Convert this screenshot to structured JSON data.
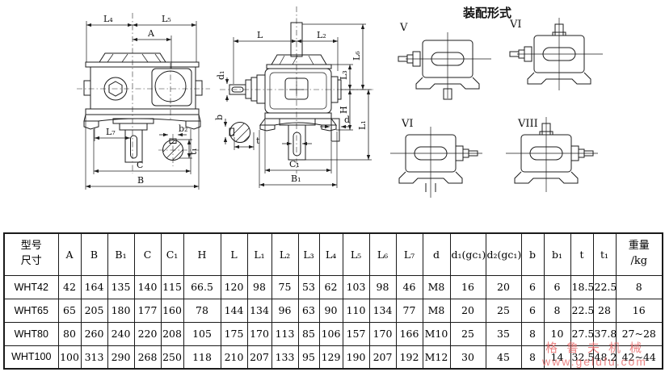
{
  "drawing": {
    "front": {
      "l4": "L₄",
      "l5": "L₅",
      "a": "A",
      "b2": "b₂",
      "t1": "t₁",
      "l7": "L₇",
      "c": "C",
      "b": "B"
    },
    "side": {
      "l": "L",
      "l2": "L₂",
      "d1": "d₁",
      "l6": "L₆",
      "l3": "L₃",
      "h": "H",
      "l1": "L₁",
      "b": "b",
      "t": "t",
      "d": "d",
      "c1": "C₁",
      "b1": "B₁"
    },
    "assembly": {
      "title": "装配形式",
      "v1": "V",
      "v2": "VI",
      "v3": "VI",
      "v4": "VIII"
    }
  },
  "table": {
    "corner": {
      "line1": "型号",
      "line2": "尺寸"
    },
    "columns": [
      "A",
      "B",
      "B₁",
      "C",
      "C₁",
      "H",
      "L",
      "L₁",
      "L₂",
      "L₃",
      "L₄",
      "L₅",
      "L₆",
      "L₇",
      "d",
      "d₁(gc₁)",
      "d₂(gc₁)",
      "b",
      "b₁",
      "t",
      "t₁"
    ],
    "weight_header": {
      "line1": "重量",
      "line2": "/kg"
    },
    "rows": [
      {
        "model": "WHT42",
        "values": [
          "42",
          "164",
          "135",
          "140",
          "115",
          "66.5",
          "120",
          "98",
          "75",
          "53",
          "62",
          "103",
          "98",
          "46",
          "M8",
          "16",
          "20",
          "6",
          "6",
          "18.5",
          "22.5",
          "8"
        ]
      },
      {
        "model": "WHT65",
        "values": [
          "65",
          "205",
          "180",
          "177",
          "160",
          "78",
          "144",
          "134",
          "96",
          "63",
          "90",
          "110",
          "134",
          "77",
          "M8",
          "20",
          "25",
          "6",
          "8",
          "22.5",
          "28",
          "16"
        ]
      },
      {
        "model": "WHT80",
        "values": [
          "80",
          "260",
          "240",
          "220",
          "208",
          "105",
          "175",
          "170",
          "113",
          "85",
          "106",
          "157",
          "170",
          "166",
          "M10",
          "25",
          "35",
          "8",
          "10",
          "27.5",
          "37.8",
          "27~28"
        ]
      },
      {
        "model": "WHT100",
        "values": [
          "100",
          "313",
          "290",
          "268",
          "250",
          "118",
          "210",
          "207",
          "133",
          "95",
          "129",
          "190",
          "207",
          "192",
          "M12",
          "30",
          "45",
          "8",
          "14",
          "32.5",
          "48.2",
          "42~44"
        ]
      }
    ]
  },
  "watermark": {
    "line1": "格鲁夫机械",
    "line2": "www.gelufu.com",
    "color": "#e87070"
  }
}
